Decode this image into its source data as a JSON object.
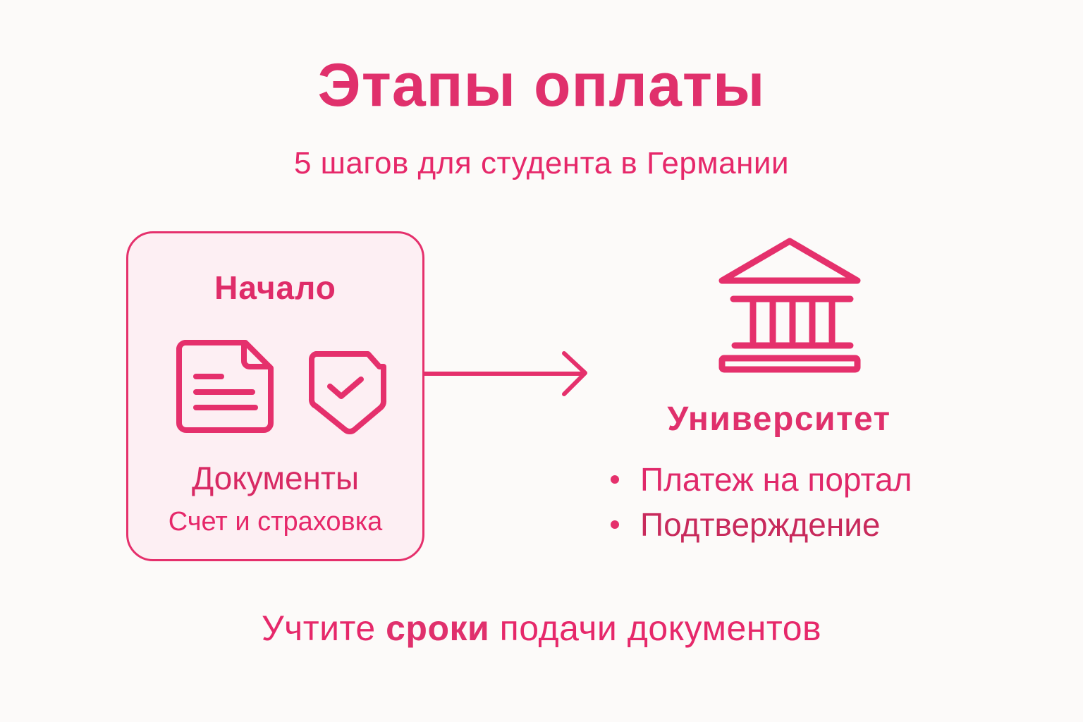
{
  "header": {
    "title": "Этапы оплаты",
    "subtitle": "5 шагов для студента в Германии"
  },
  "start_box": {
    "title": "Начало",
    "icons": [
      "document-icon",
      "shield-check-icon"
    ],
    "label": "Документы",
    "sublabel": "Счет и страховка"
  },
  "connector": {
    "icon": "arrow-right-icon"
  },
  "university": {
    "icon": "university-building-icon",
    "title": "Университет",
    "items": [
      {
        "label": "Платеж на портал"
      },
      {
        "label": "Подтверждение"
      }
    ]
  },
  "footer": {
    "prefix": "Учтите",
    "emphasis": "сроки",
    "suffix": "подачи документов"
  },
  "colors": {
    "accent": "#e5306c",
    "background": "#fcfaf9",
    "box_fill": "#fdeff3"
  }
}
